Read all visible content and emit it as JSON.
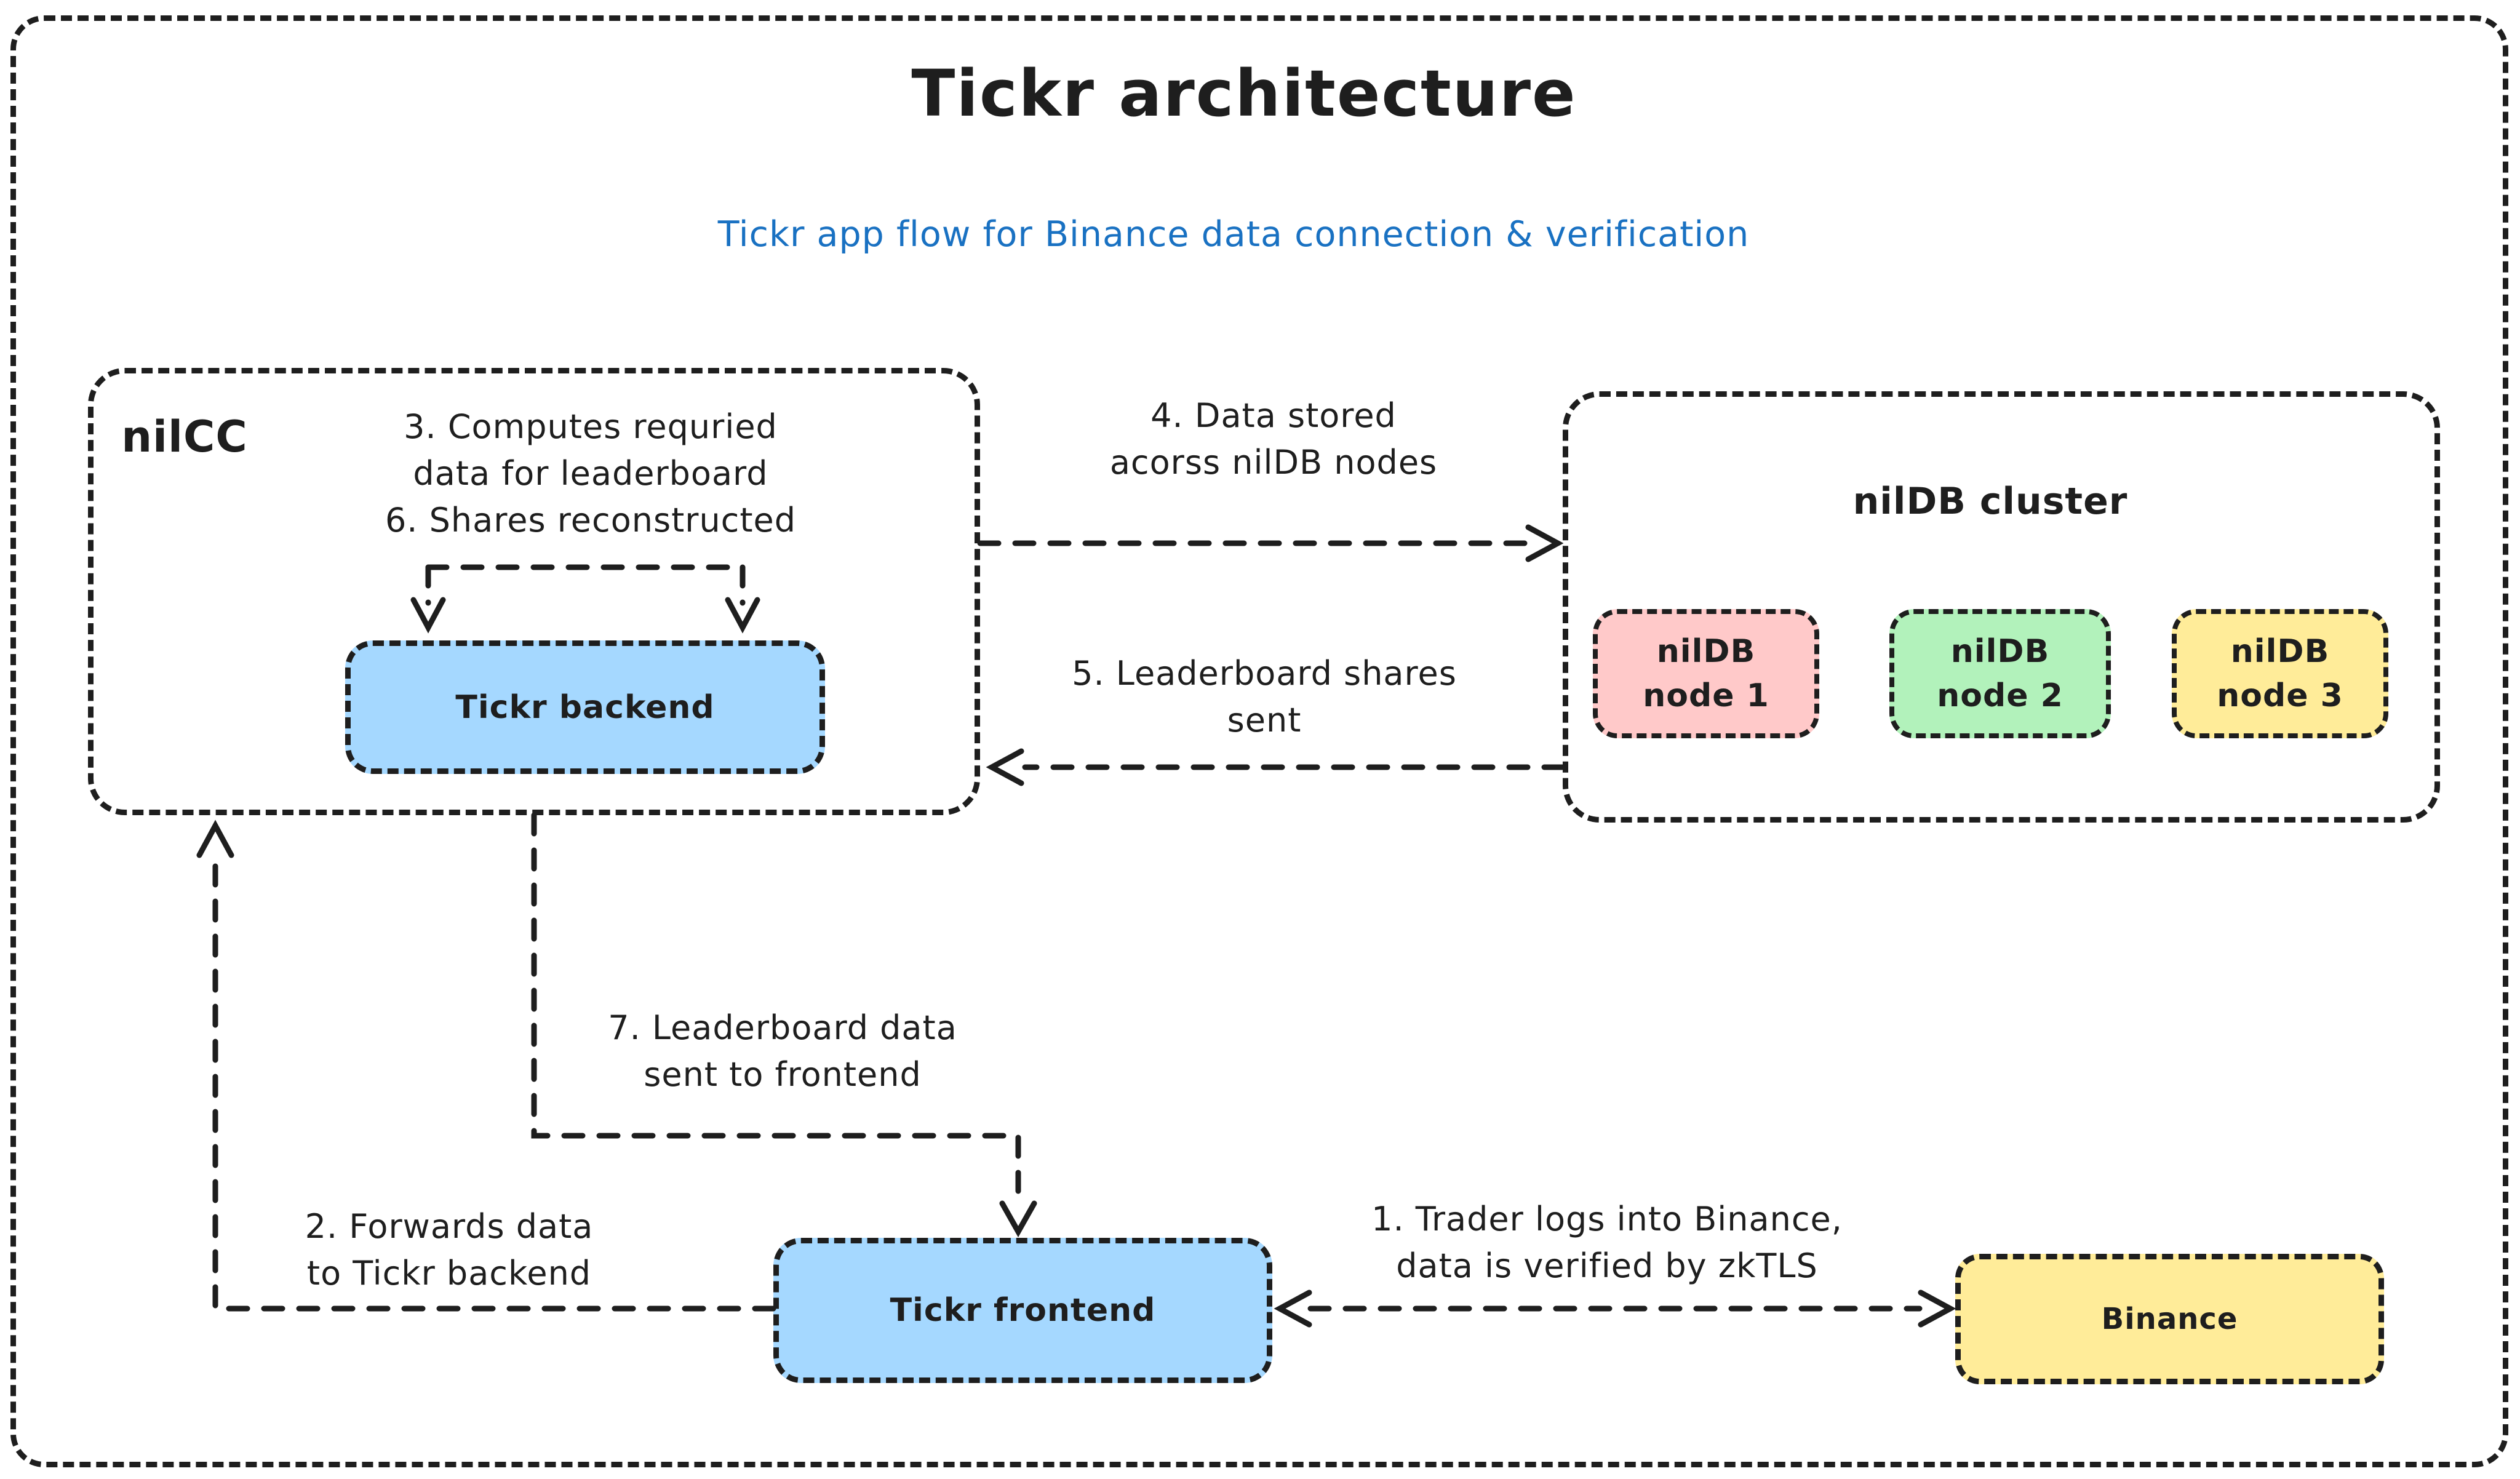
{
  "title": "Tickr architecture",
  "subtitle": "Tickr app flow for Binance data connection & verification",
  "colors": {
    "stroke": "#1e1e1e",
    "subtitle_blue": "#1971c2",
    "box_blue": "#a5d8ff",
    "node_pink": "#ffc9c9",
    "node_green": "#b2f2bb",
    "node_yellow": "#ffec99"
  },
  "nilcc": {
    "label": "nilCC",
    "note_line1": "3. Computes requried",
    "note_line2": "data for leaderboard",
    "note_line3": "6. Shares reconstructed",
    "backend_label": "Tickr backend"
  },
  "nildb_cluster": {
    "title": "nilDB cluster",
    "node1_line1": "nilDB",
    "node1_line2": "node 1",
    "node2_line1": "nilDB",
    "node2_line2": "node 2",
    "node3_line1": "nilDB",
    "node3_line2": "node 3"
  },
  "frontend": {
    "label": "Tickr frontend"
  },
  "binance": {
    "label": "Binance"
  },
  "flows": {
    "step1": {
      "line1": "1. Trader logs into Binance,",
      "line2": "data is verified by zkTLS"
    },
    "step2": {
      "line1": "2. Forwards data",
      "line2": "to Tickr backend"
    },
    "step4": {
      "line1": "4. Data stored",
      "line2": "acorss nilDB nodes"
    },
    "step5": {
      "line1": "5. Leaderboard shares",
      "line2": "sent"
    },
    "step7": {
      "line1": "7. Leaderboard data",
      "line2": "sent to frontend"
    }
  }
}
